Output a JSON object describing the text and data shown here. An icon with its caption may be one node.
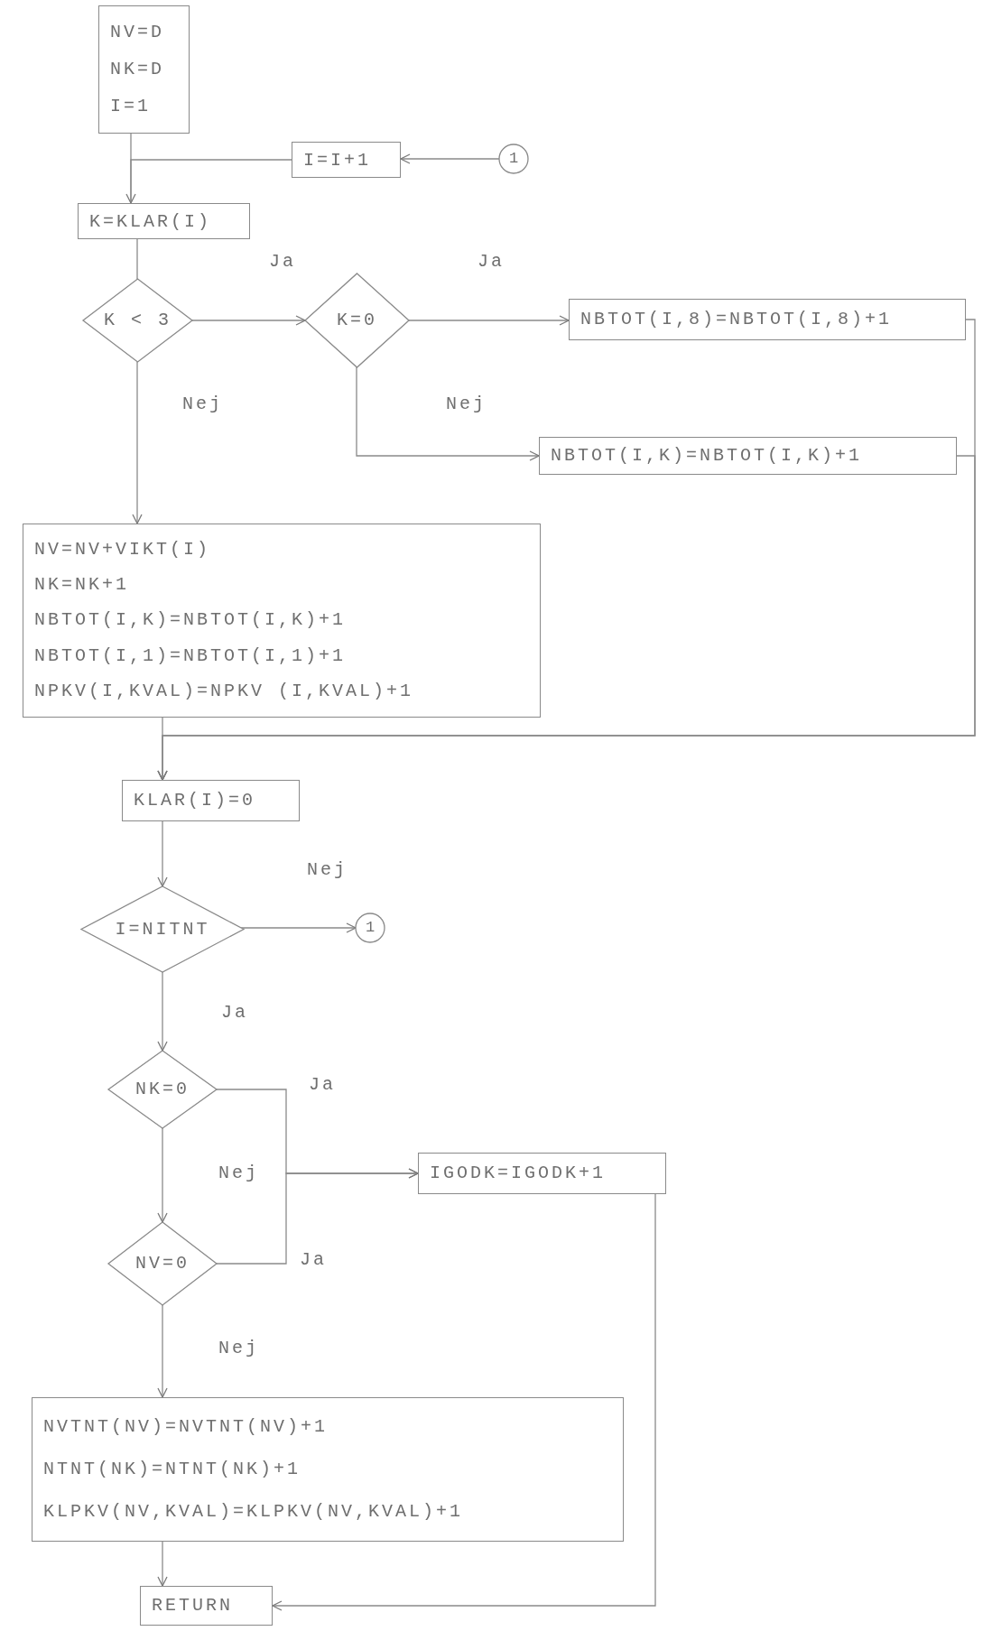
{
  "diagram": {
    "nodes": [
      {
        "text": [
          "NV=D",
          "NK=D",
          "I=1"
        ]
      },
      {
        "text": [
          "I=I+1"
        ]
      },
      {
        "text": [
          "1"
        ]
      },
      {
        "text": [
          "K=KLAR(I)"
        ]
      },
      {
        "text": [
          "K < 3"
        ]
      },
      {
        "text": [
          "K=0"
        ]
      },
      {
        "text": [
          "NBTOT(I,8)=NBTOT(I,8)+1"
        ]
      },
      {
        "text": [
          "NBTOT(I,K)=NBTOT(I,K)+1"
        ]
      },
      {
        "text": [
          "NV=NV+VIKT(I)",
          "NK=NK+1",
          "NBTOT(I,K)=NBTOT(I,K)+1",
          "NBTOT(I,1)=NBTOT(I,1)+1",
          "NPKV(I,KVAL)=NPKV (I,KVAL)+1"
        ]
      },
      {
        "text": [
          "KLAR(I)=0"
        ]
      },
      {
        "text": [
          "I=NITNT"
        ]
      },
      {
        "text": [
          "1"
        ]
      },
      {
        "text": [
          "NK=0"
        ]
      },
      {
        "text": [
          "NV=0"
        ]
      },
      {
        "text": [
          "IGODK=IGODK+1"
        ]
      },
      {
        "text": [
          "NVTNT(NV)=NVTNT(NV)+1",
          "NTNT(NK)=NTNT(NK)+1",
          "KLPKV(NV,KVAL)=KLPKV(NV,KVAL)+1"
        ]
      },
      {
        "text": [
          "RETURN"
        ]
      }
    ],
    "edges": [
      {
        "from": 0,
        "to": 3,
        "arrow": "none"
      },
      {
        "from": 1,
        "to": 3,
        "arrow": "to"
      },
      {
        "from": 2,
        "to": 1,
        "arrow": "to"
      },
      {
        "from": 3,
        "to": 4,
        "arrow": "none"
      },
      {
        "from": 4,
        "to": 5,
        "arrow": "to",
        "label": "Ja"
      },
      {
        "from": 5,
        "to": 6,
        "arrow": "to",
        "label": "Ja"
      },
      {
        "from": 5,
        "to": 7,
        "arrow": "to",
        "label": "Nej"
      },
      {
        "from": 4,
        "to": 8,
        "arrow": "to",
        "label": "Nej"
      },
      {
        "from": 6,
        "to": 9,
        "arrow": "to"
      },
      {
        "from": 7,
        "to": 9,
        "arrow": "to"
      },
      {
        "from": 8,
        "to": 9,
        "arrow": "to"
      },
      {
        "from": 9,
        "to": 10,
        "arrow": "to"
      },
      {
        "from": 10,
        "to": 11,
        "arrow": "to",
        "label": "Nej"
      },
      {
        "from": 10,
        "to": 12,
        "arrow": "to",
        "label": "Ja"
      },
      {
        "from": 12,
        "to": 14,
        "arrow": "to",
        "label": "Ja"
      },
      {
        "from": 12,
        "to": 13,
        "arrow": "to",
        "label": "Nej"
      },
      {
        "from": 13,
        "to": 14,
        "arrow": "to",
        "label": "Ja"
      },
      {
        "from": 13,
        "to": 15,
        "arrow": "to",
        "label": "Nej"
      },
      {
        "from": 15,
        "to": 16,
        "arrow": "to"
      },
      {
        "from": 14,
        "to": 16,
        "arrow": "to"
      }
    ]
  }
}
